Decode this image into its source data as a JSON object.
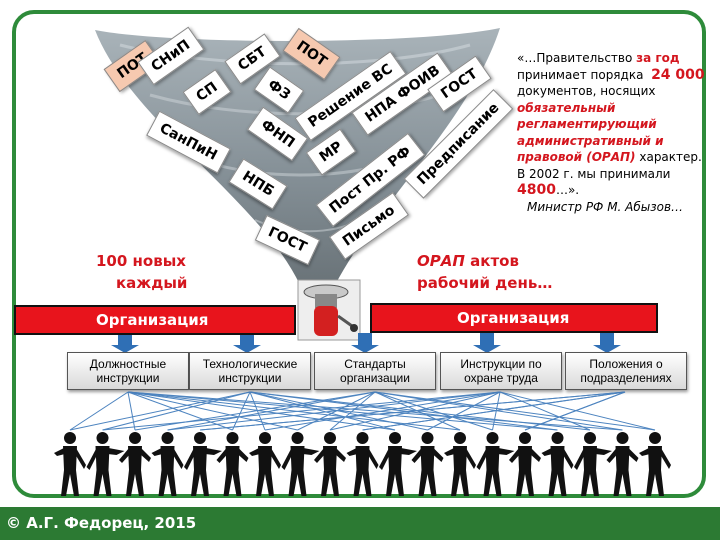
{
  "tags": [
    "ПОТ",
    "СНиП",
    "СП",
    "СБТ",
    "ФЗ",
    "ПОТ",
    "Решение ВС",
    "НПА ФОИВ",
    "ГОСТ",
    "СанПиН",
    "ФНП",
    "МР",
    "Пост Пр. РФ",
    "Предписание",
    "НПБ",
    "ГОСТ",
    "Письмо"
  ],
  "quote": {
    "l1": "«…Правительство ",
    "l1_red": "за год",
    "l2": "принимает порядка",
    "l2_num": "24 000",
    "l3": "документов, носящих",
    "l4": "обязательный регламентирующий административный и правовой (ОРАП)",
    "l4_tail": " характер.",
    "l5": "В 2002 г. мы принимали",
    "l6_num": "4800",
    "l6_tail": "…».",
    "minister": "Министр РФ М. Абызов…"
  },
  "left_text": {
    "line1": "100 новых",
    "line2": "каждый"
  },
  "right_text": {
    "line1_red": "ОРАП",
    "line1_tail": " актов",
    "line2": "рабочий день…"
  },
  "org_left": "Организация",
  "org_right": "Организация",
  "docs": [
    "Должностные инструкции",
    "Технологические инструкции",
    "Стандарты организации",
    "Инструкции по охране труда",
    "Положения о подразделениях"
  ],
  "footer": "© А.Г. Федорец, 2015",
  "colors": {
    "frame": "#2e8b3a",
    "accent_red": "#d4161e",
    "org_bar": "#e8141c",
    "arrow": "#2f6fb5",
    "footer": "#2c7a33"
  }
}
